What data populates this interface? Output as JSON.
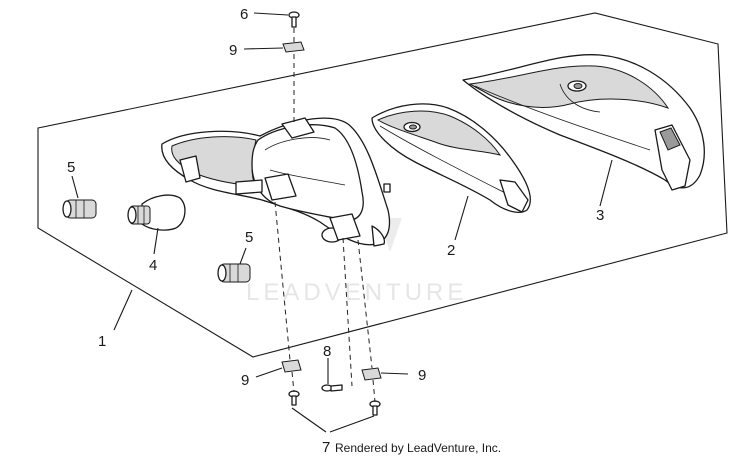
{
  "watermark": "LEADVENTURE",
  "credit": "Rendered by LeadVenture, Inc.",
  "callouts": {
    "c1": "1",
    "c2": "2",
    "c3": "3",
    "c4": "4",
    "c5a": "5",
    "c5b": "5",
    "c6": "6",
    "c7": "7",
    "c8": "8",
    "c9a": "9",
    "c9b": "9",
    "c9c": "9"
  }
}
